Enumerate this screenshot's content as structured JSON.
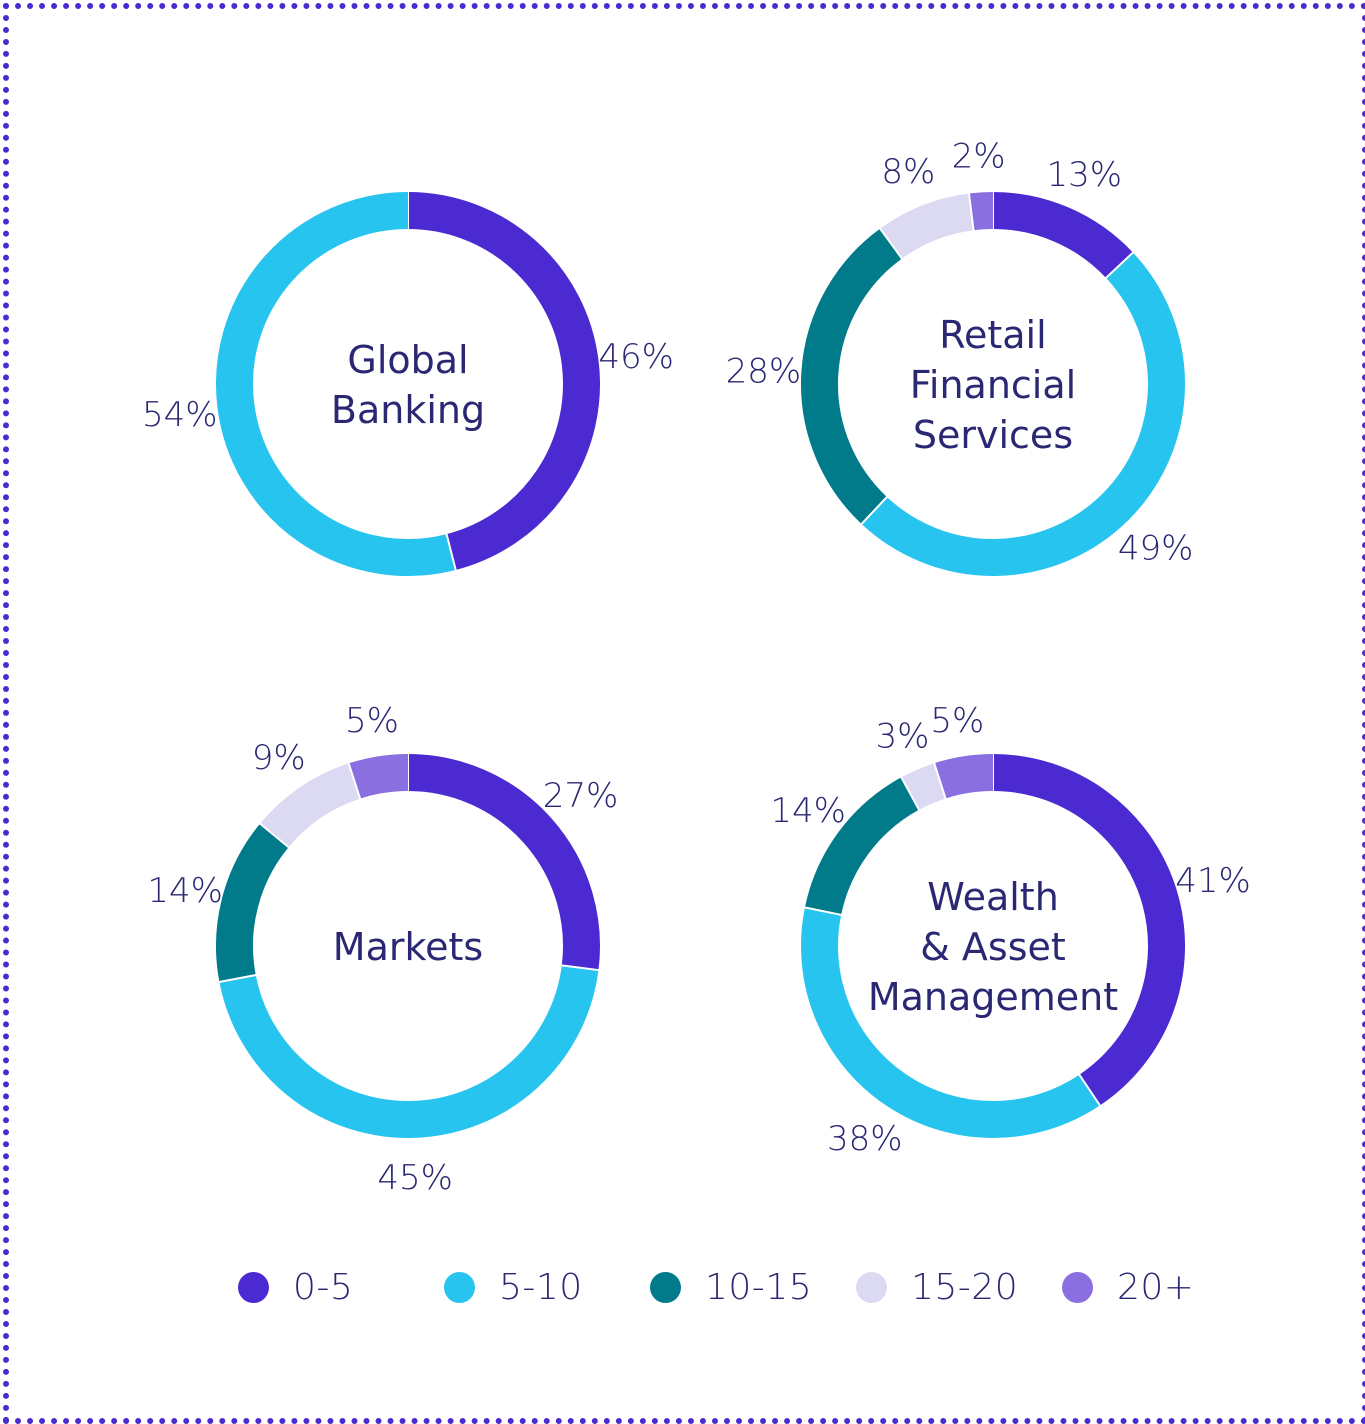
{
  "colors": {
    "frame": "#4b2bd1",
    "text": "#2b2873",
    "categories": [
      "#4b2bd1",
      "#28c4f0",
      "#017a8a",
      "#dcd9f3",
      "#8a6fe0"
    ]
  },
  "chart_data": [
    {
      "type": "pie",
      "title": "Global Banking",
      "title_lines": [
        "Global",
        "Banking"
      ],
      "categories": [
        "0-5",
        "5-10",
        "10-15",
        "15-20",
        "20+"
      ],
      "values": [
        46,
        54,
        0,
        0,
        0
      ],
      "labels": [
        "46%",
        "54%",
        "",
        "",
        ""
      ]
    },
    {
      "type": "pie",
      "title": "Retail Financial Services",
      "title_lines": [
        "Retail",
        "Financial",
        "Services"
      ],
      "categories": [
        "0-5",
        "5-10",
        "10-15",
        "15-20",
        "20+"
      ],
      "values": [
        13,
        49,
        28,
        8,
        2
      ],
      "labels": [
        "13%",
        "49%",
        "28%",
        "8%",
        "2%"
      ]
    },
    {
      "type": "pie",
      "title": "Markets",
      "title_lines": [
        "Markets"
      ],
      "categories": [
        "0-5",
        "5-10",
        "10-15",
        "15-20",
        "20+"
      ],
      "values": [
        27,
        45,
        14,
        9,
        5
      ],
      "labels": [
        "27%",
        "45%",
        "14%",
        "9%",
        "5%"
      ]
    },
    {
      "type": "pie",
      "title": "Wealth & Asset Management",
      "title_lines": [
        "Wealth",
        "& Asset",
        "Management"
      ],
      "categories": [
        "0-5",
        "5-10",
        "10-15",
        "15-20",
        "20+"
      ],
      "values": [
        41,
        38,
        14,
        3,
        5
      ],
      "labels": [
        "41%",
        "38%",
        "14%",
        "3%",
        "5%"
      ]
    }
  ],
  "legend": {
    "position": "bottom",
    "items": [
      {
        "label": "0-5",
        "color": "#4b2bd1"
      },
      {
        "label": "5-10",
        "color": "#28c4f0"
      },
      {
        "label": "10-15",
        "color": "#017a8a"
      },
      {
        "label": "15-20",
        "color": "#dcd9f3"
      },
      {
        "label": "20+",
        "color": "#8a6fe0"
      }
    ]
  }
}
